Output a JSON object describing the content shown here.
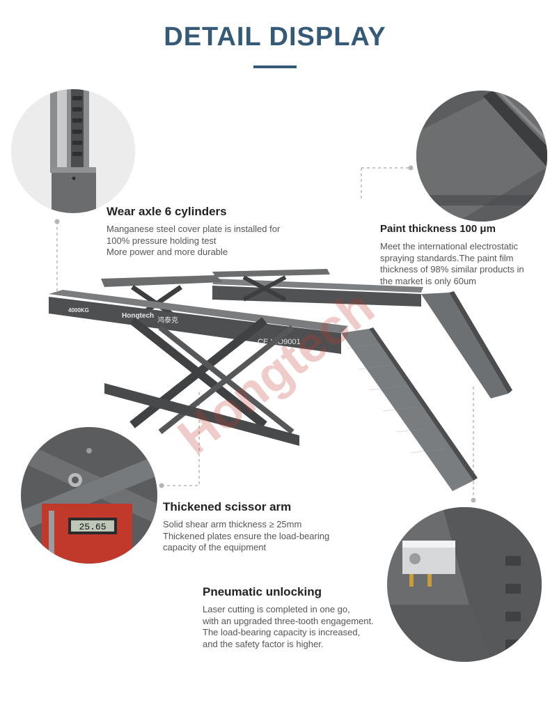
{
  "header": {
    "title": "DETAIL DISPLAY"
  },
  "brand": {
    "watermark": "Hongtech",
    "name": "Hongtech",
    "name_cn": "鸿泰克",
    "capacity": "4000KG",
    "cert": "CE ISO9001"
  },
  "gauge": {
    "reading": "25.65"
  },
  "features": [
    {
      "title": "Wear axle 6 cylinders",
      "lines": [
        "Manganese steel cover plate is installed for",
        "100% pressure holding test",
        "More power and more durable"
      ]
    },
    {
      "title": "Paint thickness 100 μm",
      "lines": [
        "Meet the international electrostatic",
        "spraying standards.The paint film",
        "thickness of 98% similar products in",
        "the market is only 60um"
      ]
    },
    {
      "title": "Thickened scissor arm",
      "lines": [
        "Solid shear arm thickness ≥ 25mm",
        "Thickened plates ensure the load-bearing",
        "capacity of the equipment"
      ]
    },
    {
      "title": "Pneumatic unlocking",
      "lines": [
        "Laser cutting is completed in one go,",
        "with an upgraded three-tooth engagement.",
        "The load-bearing capacity is increased,",
        "and the safety factor is higher."
      ]
    }
  ],
  "colors": {
    "title": "#355a78",
    "metal": "#5d5f61",
    "metal_dark": "#3a3c3e",
    "watermark": "#c0392b"
  }
}
